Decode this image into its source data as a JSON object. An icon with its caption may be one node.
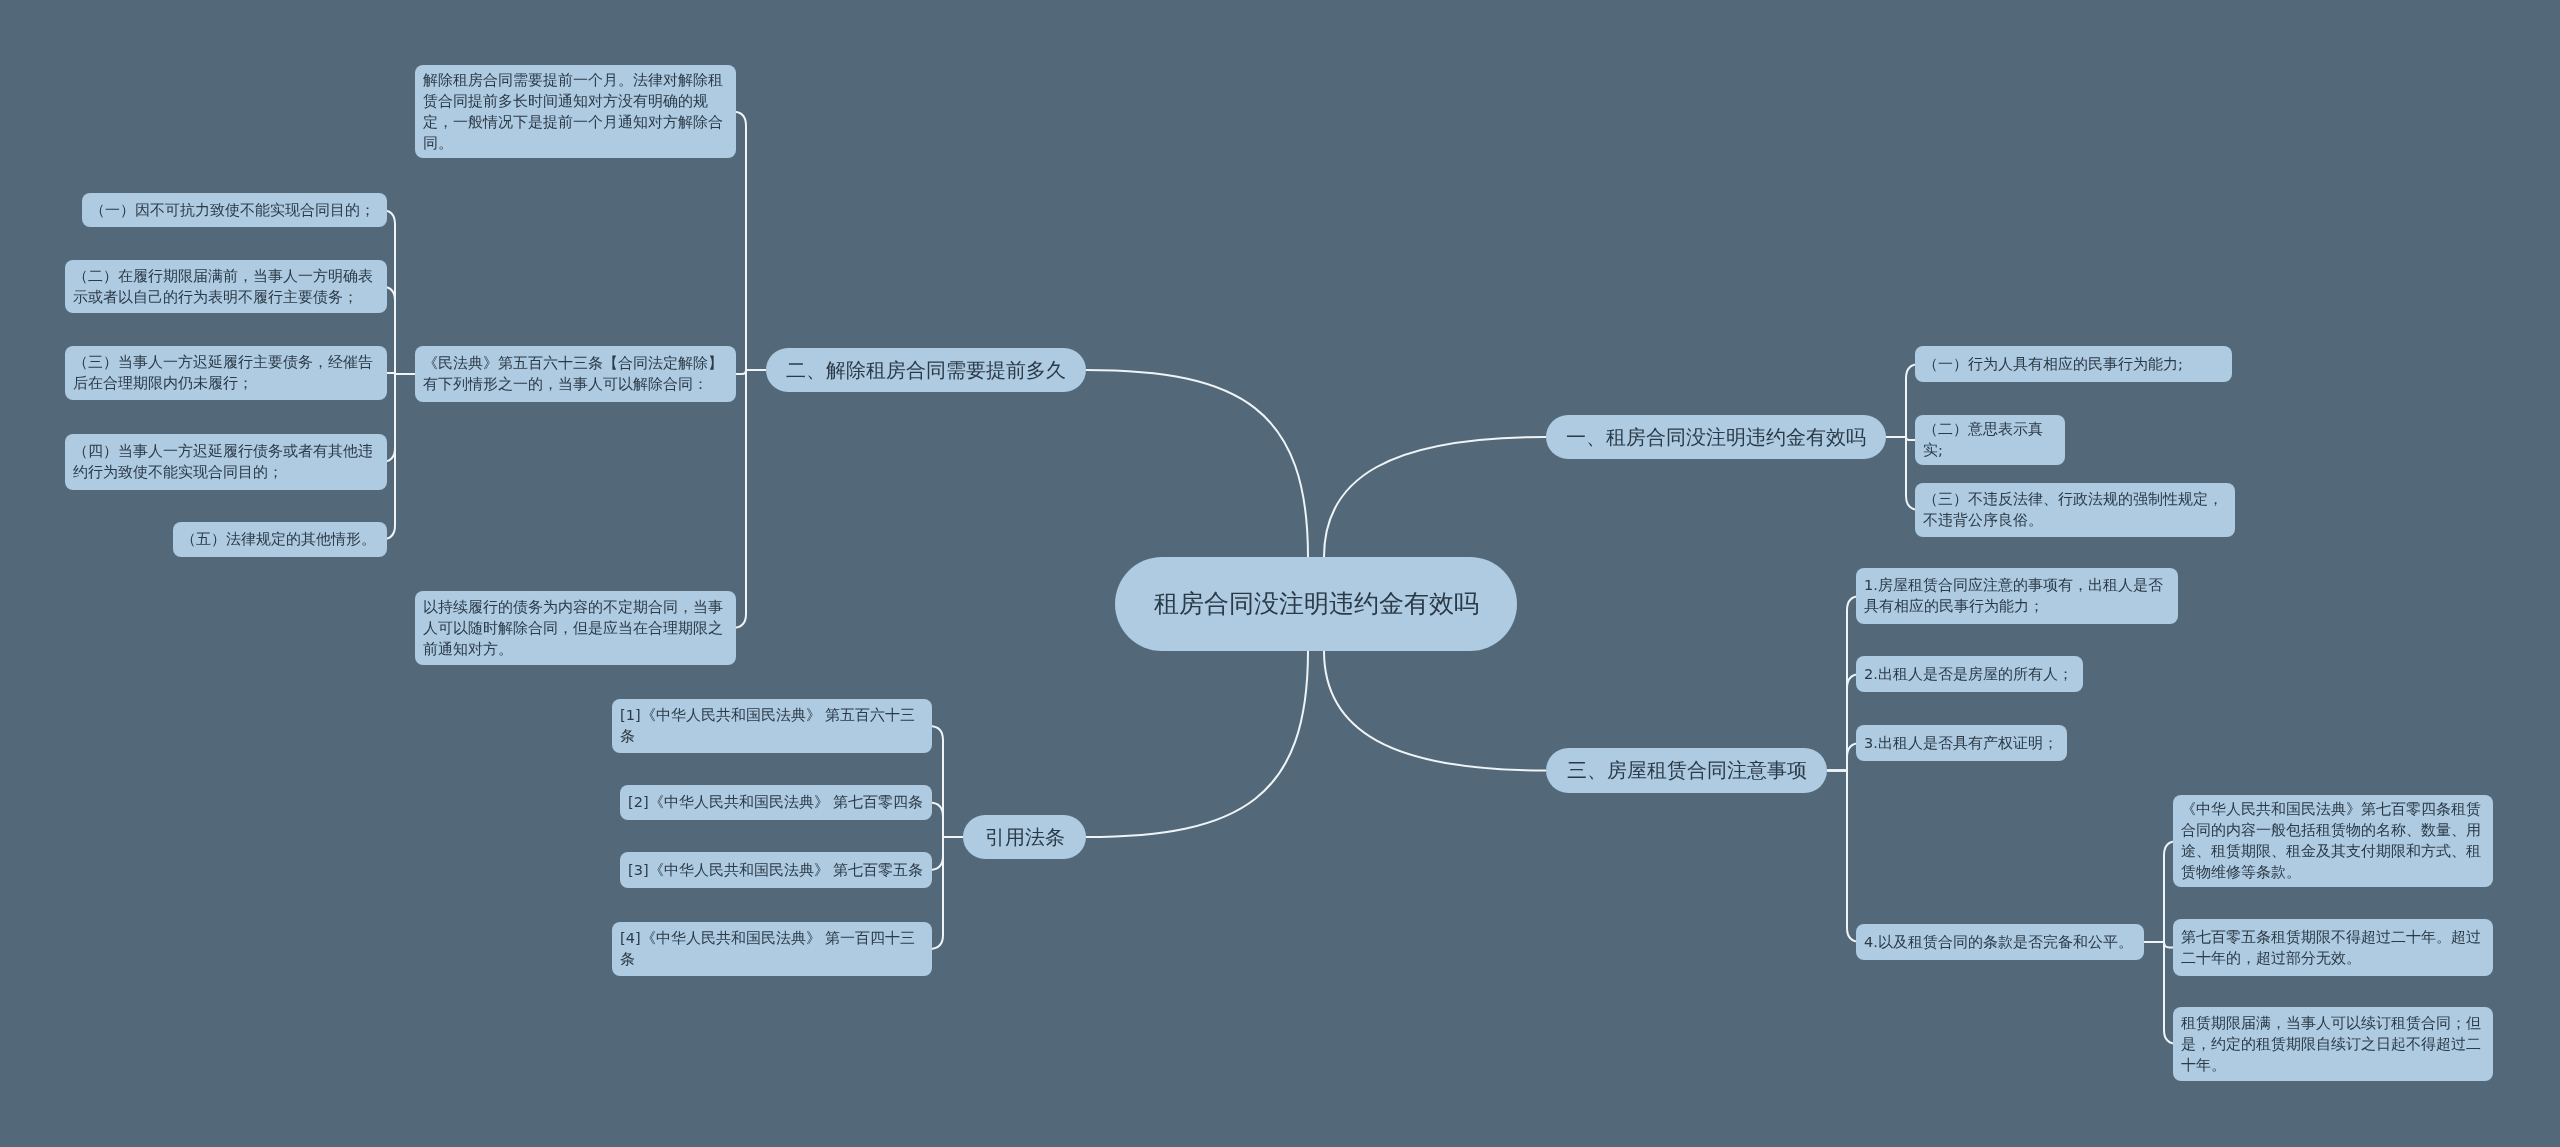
{
  "diagram": {
    "nodes": [
      {
        "text": [
          "租房合同没注明违约金有效吗"
        ]
      },
      {
        "text": [
          "二、解除租房合同需要提前多久"
        ]
      },
      {
        "text": [
          "解除租房合同需要提前一个月。法律对解除租赁合同提前多长时间通知对方没有明确的规定，一般情况下是提前一个月通知对方解除合同。"
        ]
      },
      {
        "text": [
          "《民法典》第五百六十三条【合同法定解除】有下列情形之一的，当事人可以解除合同："
        ]
      },
      {
        "text": [
          "（一）因不可抗力致使不能实现合同目的；"
        ]
      },
      {
        "text": [
          "（二）在履行期限届满前，当事人一方明确表示或者以自己的行为表明不履行主要债务；"
        ]
      },
      {
        "text": [
          "（三）当事人一方迟延履行主要债务，经催告后在合理期限内仍未履行；"
        ]
      },
      {
        "text": [
          "（四）当事人一方迟延履行债务或者有其他违约行为致使不能实现合同目的；"
        ]
      },
      {
        "text": [
          "（五）法律规定的其他情形。"
        ]
      },
      {
        "text": [
          "以持续履行的债务为内容的不定期合同，当事人可以随时解除合同，但是应当在合理期限之前通知对方。"
        ]
      },
      {
        "text": [
          "引用法条"
        ]
      },
      {
        "text": [
          "[1]《中华人民共和国民法典》 第五百六十三条"
        ]
      },
      {
        "text": [
          "[2]《中华人民共和国民法典》 第七百零四条"
        ]
      },
      {
        "text": [
          "[3]《中华人民共和国民法典》 第七百零五条"
        ]
      },
      {
        "text": [
          "[4]《中华人民共和国民法典》 第一百四十三条"
        ]
      },
      {
        "text": [
          "一、租房合同没注明违约金有效吗"
        ]
      },
      {
        "text": [
          "（一）行为人具有相应的民事行为能力;"
        ]
      },
      {
        "text": [
          "（二）意思表示真实;"
        ]
      },
      {
        "text": [
          "（三）不违反法律、行政法规的强制性规定，不违背公序良俗。"
        ]
      },
      {
        "text": [
          "三、房屋租赁合同注意事项"
        ]
      },
      {
        "text": [
          "1.房屋租赁合同应注意的事项有，出租人是否具有相应的民事行为能力；"
        ]
      },
      {
        "text": [
          "2.出租人是否是房屋的所有人；"
        ]
      },
      {
        "text": [
          "3.出租人是否具有产权证明；"
        ]
      },
      {
        "text": [
          "4.以及租赁合同的条款是否完备和公平。"
        ]
      },
      {
        "text": [
          "《中华人民共和国民法典》第七百零四条租赁合同的内容一般包括租赁物的名称、数量、用途、租赁期限、租金及其支付期限和方式、租赁物维修等条款。"
        ]
      },
      {
        "text": [
          "第七百零五条租赁期限不得超过二十年。超过二十年的，超过部分无效。"
        ]
      },
      {
        "text": [
          "租赁期限届满，当事人可以续订租赁合同；但是，约定的租赁期限自续订之日起不得超过二十年。"
        ]
      }
    ],
    "edges": [
      {
        "from": 0,
        "to": 1,
        "arrow": "none"
      },
      {
        "from": 1,
        "to": 2,
        "arrow": "none"
      },
      {
        "from": 1,
        "to": 3,
        "arrow": "none"
      },
      {
        "from": 3,
        "to": 4,
        "arrow": "none"
      },
      {
        "from": 3,
        "to": 5,
        "arrow": "none"
      },
      {
        "from": 3,
        "to": 6,
        "arrow": "none"
      },
      {
        "from": 3,
        "to": 7,
        "arrow": "none"
      },
      {
        "from": 3,
        "to": 8,
        "arrow": "none"
      },
      {
        "from": 1,
        "to": 9,
        "arrow": "none"
      },
      {
        "from": 0,
        "to": 10,
        "arrow": "none"
      },
      {
        "from": 10,
        "to": 11,
        "arrow": "none"
      },
      {
        "from": 10,
        "to": 12,
        "arrow": "none"
      },
      {
        "from": 10,
        "to": 13,
        "arrow": "none"
      },
      {
        "from": 10,
        "to": 14,
        "arrow": "none"
      },
      {
        "from": 0,
        "to": 15,
        "arrow": "none"
      },
      {
        "from": 15,
        "to": 16,
        "arrow": "none"
      },
      {
        "from": 15,
        "to": 17,
        "arrow": "none"
      },
      {
        "from": 15,
        "to": 18,
        "arrow": "none"
      },
      {
        "from": 0,
        "to": 19,
        "arrow": "none"
      },
      {
        "from": 19,
        "to": 20,
        "arrow": "none"
      },
      {
        "from": 19,
        "to": 21,
        "arrow": "none"
      },
      {
        "from": 19,
        "to": 22,
        "arrow": "none"
      },
      {
        "from": 19,
        "to": 23,
        "arrow": "none"
      },
      {
        "from": 23,
        "to": 24,
        "arrow": "none"
      },
      {
        "from": 23,
        "to": 25,
        "arrow": "none"
      },
      {
        "from": 23,
        "to": 26,
        "arrow": "none"
      }
    ]
  }
}
